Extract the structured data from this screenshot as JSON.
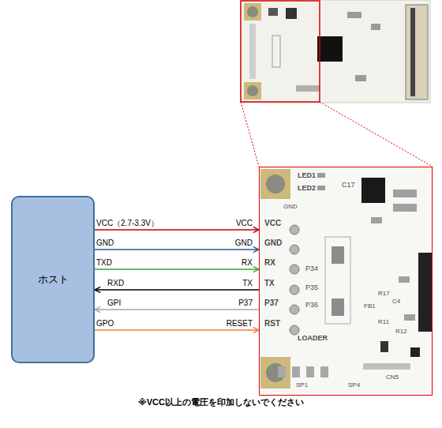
{
  "diagram": {
    "caption": "※VCC以上の電圧を印加しないでください",
    "nodes": [
      {
        "text": [
          "ホスト"
        ]
      },
      {
        "text": [
          "LED1",
          "LED2",
          "C17",
          "GND",
          "VCC",
          "GND",
          "RX",
          "TX",
          "P34",
          "P35",
          "P36",
          "P37",
          "RST",
          "LOADER",
          "R17",
          "FB1",
          "C4",
          "R11",
          "R12",
          "SP1",
          "SP4",
          "CN5"
        ]
      }
    ],
    "edges": [
      {
        "from": 0,
        "to": 1,
        "arrow": "to",
        "label": "VCC（2.7-3.3V）"
      },
      {
        "from": 0,
        "to": 1,
        "arrow": "to",
        "label": "GND"
      },
      {
        "from": 0,
        "to": 1,
        "arrow": "to",
        "label": "TXD"
      },
      {
        "from": 1,
        "to": 0,
        "arrow": "to",
        "label": "RXD"
      },
      {
        "from": 1,
        "to": 0,
        "arrow": "to",
        "label": "GPI"
      },
      {
        "from": 0,
        "to": 1,
        "arrow": "to",
        "label": "GPO"
      }
    ],
    "labels": [
      "VCC",
      "GND",
      "RX",
      "TX",
      "P37",
      "RESET"
    ]
  }
}
